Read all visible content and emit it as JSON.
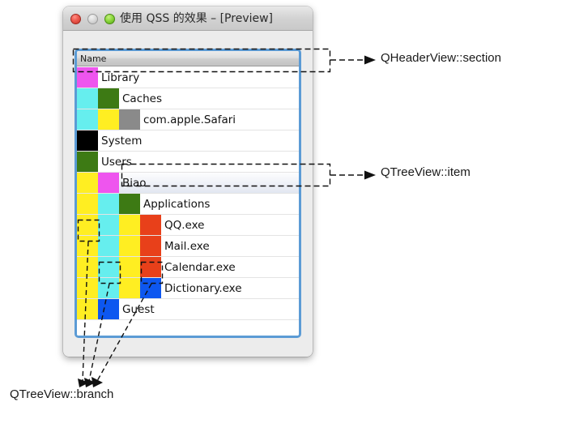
{
  "window": {
    "title": "使用 QSS 的效果 – [Preview]",
    "buttons": {
      "close": "close-button",
      "minimize": "minimize-button",
      "zoom": "zoom-button"
    },
    "frame_accent_color": "#5b9bd5",
    "chrome_color": "#ececec"
  },
  "tree": {
    "header": {
      "column_label": "Name"
    },
    "rows": [
      {
        "label": "Library",
        "indent": 1,
        "branch_colors": [
          "#ee55ee"
        ],
        "selected": false
      },
      {
        "label": "Caches",
        "indent": 2,
        "branch_colors": [
          "#66eeee",
          "#3d7a14"
        ],
        "selected": false
      },
      {
        "label": "com.apple.Safari",
        "indent": 3,
        "branch_colors": [
          "#66eeee",
          "#ffee22",
          "#8a8a8a"
        ],
        "selected": false
      },
      {
        "label": "System",
        "indent": 1,
        "branch_colors": [
          "#000000"
        ],
        "selected": false
      },
      {
        "label": "Users",
        "indent": 1,
        "branch_colors": [
          "#3d7a14"
        ],
        "selected": false
      },
      {
        "label": "Biao",
        "indent": 2,
        "branch_colors": [
          "#ffee22",
          "#ee55ee"
        ],
        "selected": true
      },
      {
        "label": "Applications",
        "indent": 3,
        "branch_colors": [
          "#ffee22",
          "#66eeee",
          "#3d7a14"
        ],
        "selected": false
      },
      {
        "label": "QQ.exe",
        "indent": 4,
        "branch_colors": [
          "#ffee22",
          "#66eeee",
          "#ffee22",
          "#e8401a"
        ],
        "selected": false
      },
      {
        "label": "Mail.exe",
        "indent": 4,
        "branch_colors": [
          "#ffee22",
          "#66eeee",
          "#ffee22",
          "#e8401a"
        ],
        "selected": false
      },
      {
        "label": "Calendar.exe",
        "indent": 4,
        "branch_colors": [
          "#ffee22",
          "#66eeee",
          "#ffee22",
          "#e8401a"
        ],
        "selected": false
      },
      {
        "label": "Dictionary.exe",
        "indent": 4,
        "branch_colors": [
          "#ffee22",
          "#66eeee",
          "#ffee22",
          "#0d57f0"
        ],
        "selected": false
      },
      {
        "label": "Guest",
        "indent": 2,
        "branch_colors": [
          "#ffee22",
          "#0d57f0"
        ],
        "selected": false
      },
      {
        "label": "",
        "indent": 0,
        "branch_colors": [],
        "selected": false
      }
    ]
  },
  "annotations": {
    "header_section": "QHeaderView::section",
    "tree_item": "QTreeView::item",
    "tree_branch": "QTreeView::branch"
  }
}
